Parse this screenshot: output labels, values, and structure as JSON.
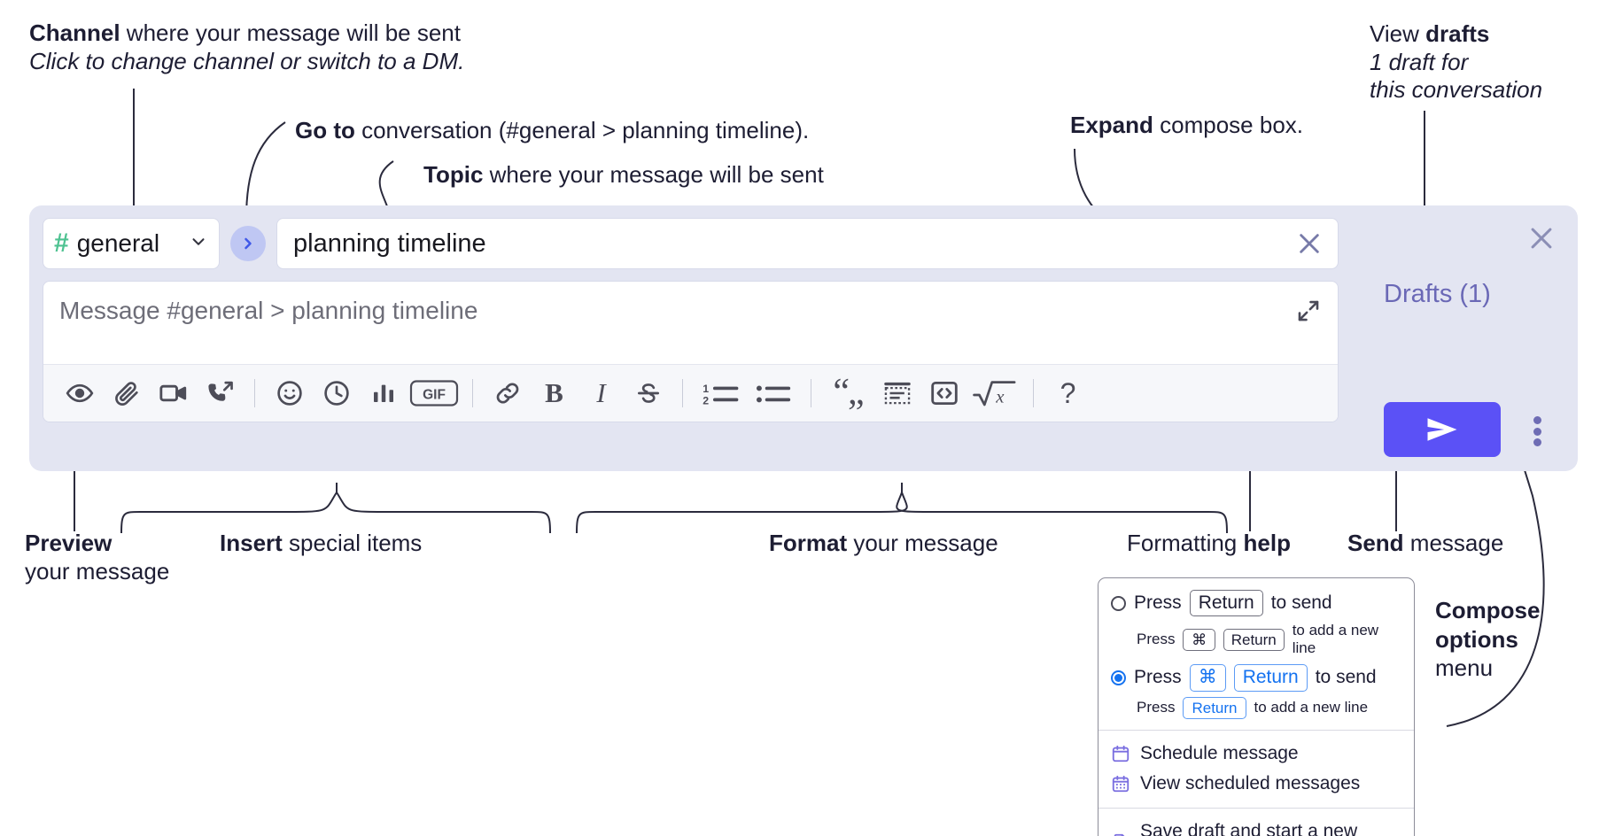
{
  "annotations": {
    "channel": {
      "line1_bold": "Channel",
      "line1_rest": " where your message will be sent",
      "line2": "Click to change channel or switch to a DM."
    },
    "goto": {
      "bold": "Go to",
      "rest": " conversation (#general > planning timeline)."
    },
    "topic": {
      "bold": "Topic",
      "rest": " where your message will be sent"
    },
    "expand": {
      "bold": "Expand",
      "rest": " compose box."
    },
    "drafts": {
      "line1_rest": "View ",
      "line1_bold": "drafts",
      "line2": "1 draft for",
      "line3": "this conversation"
    },
    "preview": {
      "bold": "Preview",
      "rest": "your message"
    },
    "insert": {
      "bold": "Insert",
      "rest": " special items"
    },
    "format": {
      "bold": "Format",
      "rest": " your message"
    },
    "formatting_help": {
      "rest": "Formatting ",
      "bold": "help"
    },
    "send": {
      "bold": "Send",
      "rest": " message"
    },
    "compose_options": {
      "bold1": "Compose",
      "bold2": "options",
      "rest": "menu"
    }
  },
  "compose": {
    "channel": {
      "hash": "#",
      "name": "general",
      "chevron_icon": "chevron-down-icon"
    },
    "goto_button": {
      "icon": "chevron-right-icon"
    },
    "topic": {
      "value": "planning timeline",
      "clear_icon": "close-icon"
    },
    "message": {
      "placeholder": "Message #general > planning timeline",
      "value": "",
      "expand_icon": "expand-diagonal-icon"
    },
    "toolbar": [
      {
        "name": "preview-button",
        "icon": "eye-icon"
      },
      {
        "name": "attach-file-button",
        "icon": "paperclip-icon"
      },
      {
        "name": "video-clip-button",
        "icon": "video-camera-icon"
      },
      {
        "name": "audio-clip-button",
        "icon": "phone-forward-icon"
      },
      {
        "name": "separator-1",
        "icon": "separator"
      },
      {
        "name": "emoji-button",
        "icon": "smiley-icon"
      },
      {
        "name": "schedule-button",
        "icon": "clock-icon"
      },
      {
        "name": "poll-button",
        "icon": "bar-chart-icon"
      },
      {
        "name": "gif-button",
        "icon": "gif-icon",
        "label": "GIF"
      },
      {
        "name": "separator-2",
        "icon": "separator"
      },
      {
        "name": "link-button",
        "icon": "link-icon"
      },
      {
        "name": "bold-button",
        "icon": "bold-icon",
        "label": "B"
      },
      {
        "name": "italic-button",
        "icon": "italic-icon",
        "label": "I"
      },
      {
        "name": "strikethrough-button",
        "icon": "strikethrough-icon",
        "label": "S"
      },
      {
        "name": "separator-3",
        "icon": "separator"
      },
      {
        "name": "ordered-list-button",
        "icon": "ordered-list-icon"
      },
      {
        "name": "bulleted-list-button",
        "icon": "bulleted-list-icon"
      },
      {
        "name": "separator-4",
        "icon": "separator"
      },
      {
        "name": "blockquote-button",
        "icon": "quote-icon"
      },
      {
        "name": "code-block-button",
        "icon": "code-block-icon"
      },
      {
        "name": "inline-code-button",
        "icon": "code-brackets-icon"
      },
      {
        "name": "math-button",
        "icon": "square-root-x-icon"
      },
      {
        "name": "separator-5",
        "icon": "separator"
      },
      {
        "name": "formatting-help-button",
        "icon": "question-mark-icon",
        "label": "?"
      }
    ],
    "close_icon": "close-icon",
    "drafts_label": "Drafts (1)",
    "send_icon": "send-paper-plane-icon",
    "options_icon": "kebab-menu-icon"
  },
  "popup": {
    "option_1": {
      "selected": false,
      "main_pre": "Press",
      "main_key": "Return",
      "main_post": "to send",
      "sub_pre": "Press",
      "sub_key1": "⌘",
      "sub_key2": "Return",
      "sub_post": "to add a new line"
    },
    "option_2": {
      "selected": true,
      "main_pre": "Press",
      "main_key1": "⌘",
      "main_key2": "Return",
      "main_post": "to send",
      "sub_pre": "Press",
      "sub_key": "Return",
      "sub_post": "to add a new line"
    },
    "menu_items": [
      {
        "label": "Schedule message",
        "icon": "calendar-icon"
      },
      {
        "label": "View scheduled messages",
        "icon": "calendar-grid-icon"
      },
      {
        "label": "Save draft and start a new message",
        "icon": "file-check-icon"
      }
    ]
  },
  "colors": {
    "compose_bg": "#e3e5f2",
    "send_button": "#5b51f6",
    "hash_green": "#4ec291",
    "goto_blue": "#bfc7f3",
    "drafts_purple": "#6a68b6",
    "radio_blue": "#1472f0",
    "menu_icon_purple": "#7a6ee0",
    "annotation_text": "#1d1d33"
  }
}
